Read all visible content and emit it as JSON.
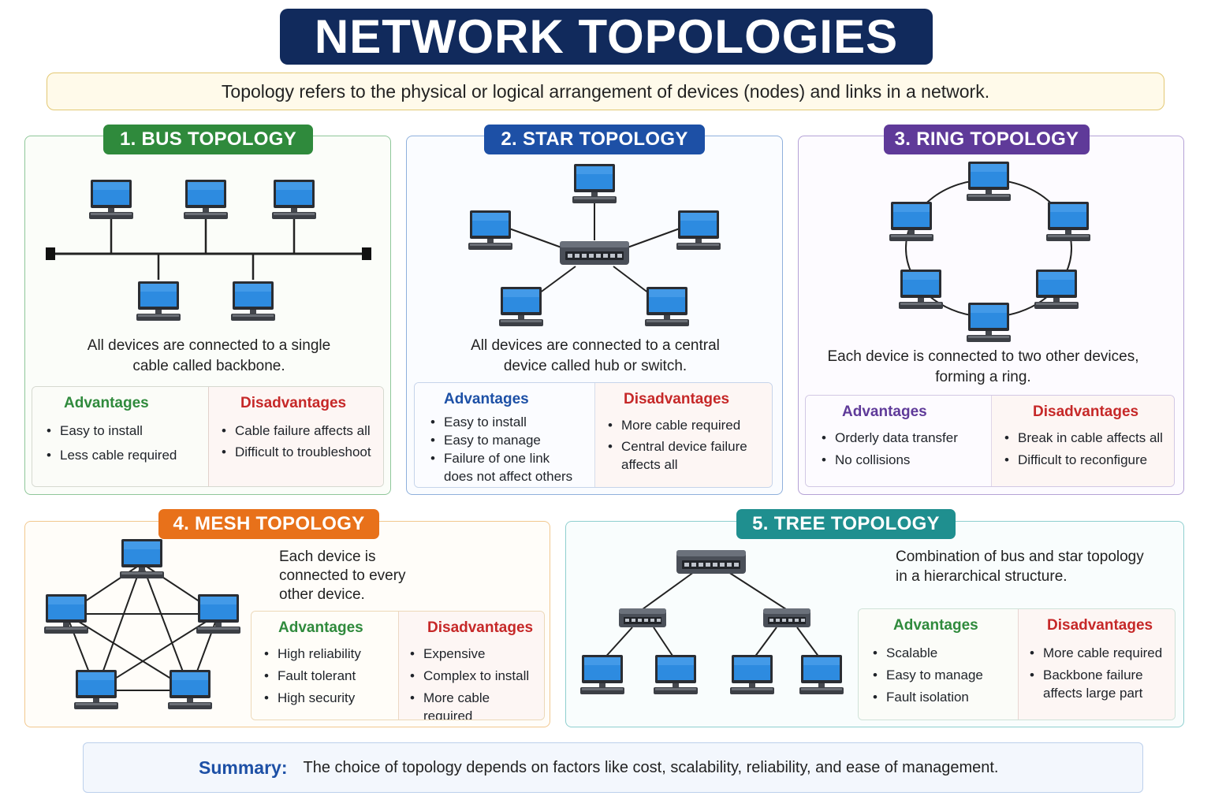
{
  "title": "NETWORK TOPOLOGIES",
  "definition": "Topology refers to the physical or logical arrangement of devices (nodes) and links in a network.",
  "headings": {
    "advantages": "Advantages",
    "disadvantages": "Disadvantages"
  },
  "bus": {
    "label": "1. BUS TOPOLOGY",
    "description": [
      "All devices are connected to a single",
      "cable called backbone."
    ],
    "advantages": [
      "Easy to install",
      "Less cable required"
    ],
    "disadvantages": [
      "Cable failure affects all",
      "Difficult to troubleshoot"
    ]
  },
  "star": {
    "label": "2. STAR TOPOLOGY",
    "description": [
      "All devices are connected to a central",
      "device called hub or switch."
    ],
    "advantages": [
      "Easy to install",
      "Easy to manage",
      "Failure of one link",
      "does not affect others"
    ],
    "disadvantages": [
      "More cable required",
      "Central device failure",
      "affects all"
    ]
  },
  "ring": {
    "label": "3. RING TOPOLOGY",
    "description": [
      "Each device is connected to two other devices,",
      "forming a ring."
    ],
    "advantages": [
      "Orderly data transfer",
      "No collisions"
    ],
    "disadvantages": [
      "Break in cable affects all",
      "Difficult to reconfigure"
    ]
  },
  "mesh": {
    "label": "4. MESH TOPOLOGY",
    "description": [
      "Each device is",
      "connected to every",
      "other device."
    ],
    "advantages": [
      "High reliability",
      "Fault tolerant",
      "High security"
    ],
    "disadvantages": [
      "Expensive",
      "Complex to install",
      "More cable required"
    ]
  },
  "tree": {
    "label": "5. TREE TOPOLOGY",
    "description": [
      "Combination of bus and star topology",
      "in a hierarchical structure."
    ],
    "advantages": [
      "Scalable",
      "Easy to manage",
      "Fault isolation"
    ],
    "disadvantages": [
      "More cable required",
      "Backbone failure",
      "affects large part"
    ]
  },
  "summary": {
    "label": "Summary:",
    "text": "The choice of topology depends on factors like cost, scalability, reliability, and ease of management.",
    "icon": "lightbulb-icon"
  },
  "colors": {
    "title_bg": "#112a5c",
    "bus": "#2f8a3c",
    "star": "#1d50a6",
    "ring": "#5f3a99",
    "mesh": "#e8711a",
    "tree": "#1f8f8f",
    "disadvantage": "#c62828",
    "screen": "#2d8be0"
  }
}
